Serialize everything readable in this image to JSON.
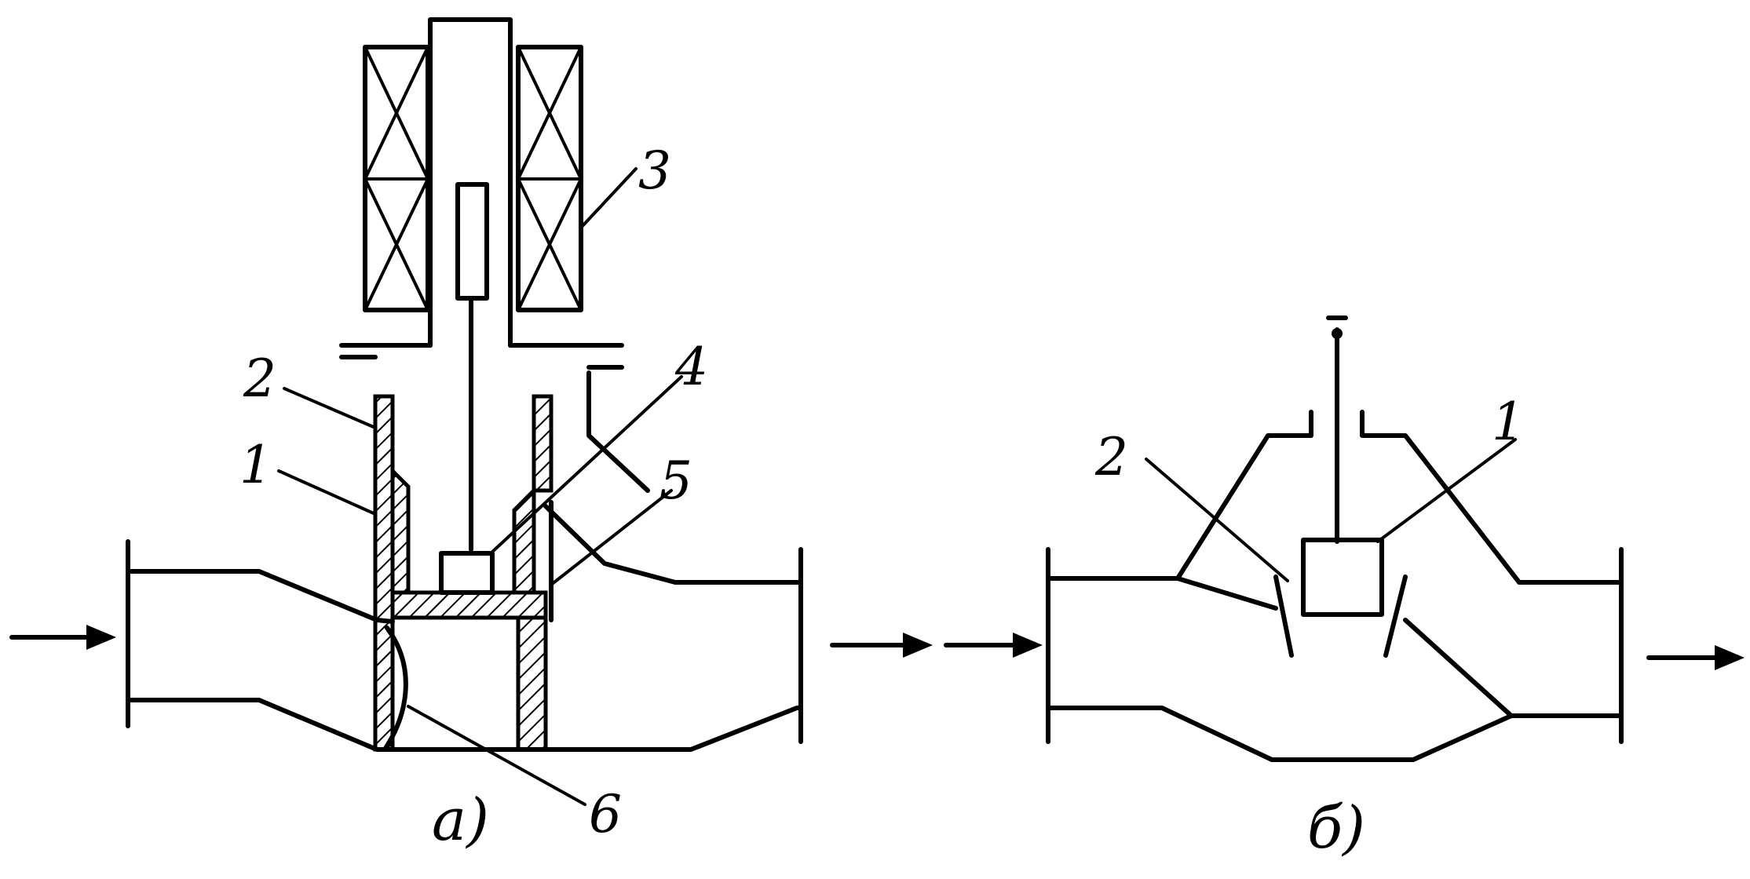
{
  "diagram_a": {
    "caption": "а)",
    "labels": {
      "l1": "1",
      "l2": "2",
      "l3": "3",
      "l4": "4",
      "l5": "5",
      "l6": "6"
    }
  },
  "diagram_b": {
    "caption": "б)",
    "labels": {
      "l1": "1",
      "l2": "2"
    }
  }
}
